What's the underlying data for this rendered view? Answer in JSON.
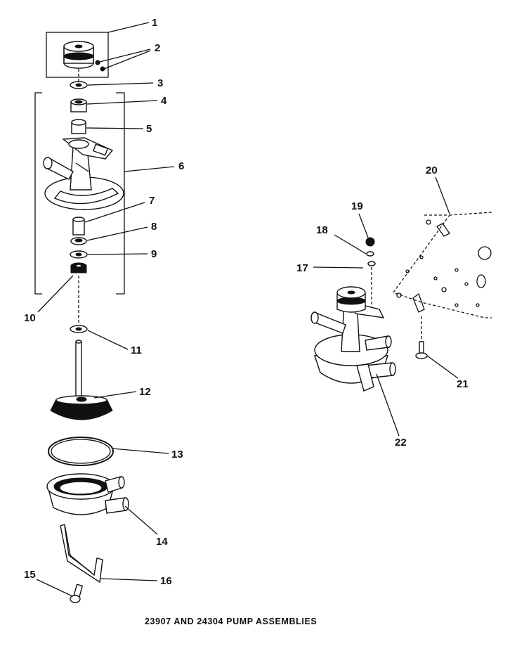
{
  "diagram": {
    "caption": "23907 AND 24304 PUMP ASSEMBLIES",
    "callouts": [
      "1",
      "2",
      "3",
      "4",
      "5",
      "6",
      "7",
      "8",
      "9",
      "10",
      "11",
      "12",
      "13",
      "14",
      "15",
      "16",
      "17",
      "18",
      "19",
      "20",
      "21",
      "22"
    ]
  }
}
